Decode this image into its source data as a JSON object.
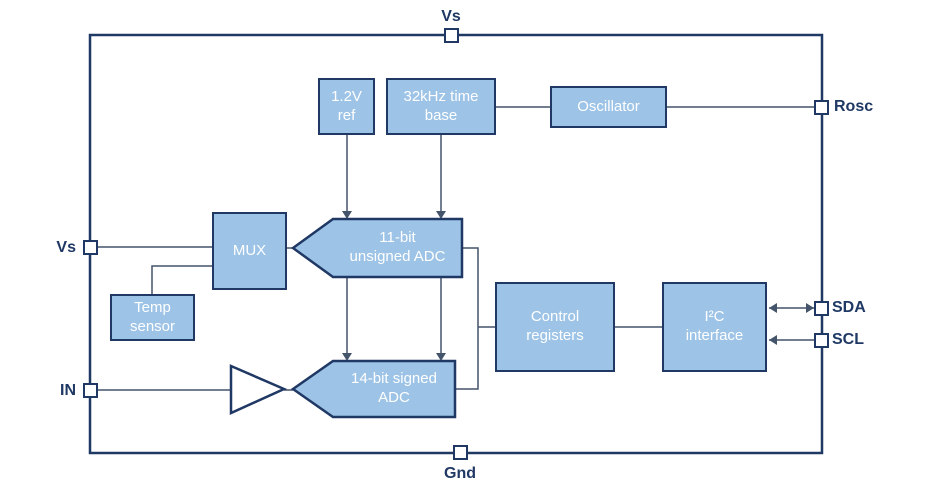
{
  "pins": {
    "vs_top": "Vs",
    "gnd": "Gnd",
    "vs_left": "Vs",
    "in": "IN",
    "rosc": "Rosc",
    "sda": "SDA",
    "scl": "SCL"
  },
  "blocks": {
    "ref": {
      "lines": [
        "1.2V",
        "ref"
      ]
    },
    "timebase": {
      "lines": [
        "32kHz time",
        "base"
      ]
    },
    "oscillator": {
      "label": "Oscillator"
    },
    "mux": {
      "label": "MUX"
    },
    "temp_sensor": {
      "lines": [
        "Temp",
        "sensor"
      ]
    },
    "adc11": {
      "lines": [
        "11-bit",
        "unsigned ADC"
      ]
    },
    "adc14": {
      "lines": [
        "14-bit signed",
        "ADC"
      ]
    },
    "control_registers": {
      "lines": [
        "Control",
        "registers"
      ]
    },
    "i2c": {
      "lines": [
        "I²C",
        "interface"
      ]
    }
  },
  "colors": {
    "block_fill": "#9DC3E6",
    "block_border": "#1F3864",
    "connector": "#44546A",
    "block_text": "#FFFFFF",
    "label_text": "#1F3864",
    "pin_fill": "#FFFFFF"
  }
}
